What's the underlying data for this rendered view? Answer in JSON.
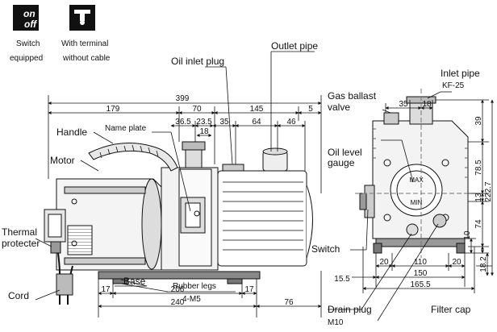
{
  "icons": {
    "switch_line1": "Switch",
    "switch_line2": "equipped",
    "terminal_line1": "With terminal",
    "terminal_line2": "without cable",
    "on_text": "on",
    "off_text": "off"
  },
  "callouts": {
    "oil_inlet_plug": "Oil inlet plug",
    "outlet_pipe": "Outlet pipe",
    "inlet_pipe": "Inlet pipe",
    "inlet_pipe_spec": "KF-25",
    "gas_ballast_1": "Gas ballast",
    "gas_ballast_2": "valve",
    "handle": "Handle",
    "name_plate": "Name plate",
    "motor": "Motor",
    "oil_level_1": "Oil level",
    "oil_level_2": "gauge",
    "max": "MAX",
    "min": "MIN",
    "thermal_1": "Thermal",
    "thermal_2": "protecter",
    "cord": "Cord",
    "base": "Base",
    "rubber_legs": "Rubber legs",
    "rubber_legs_spec": "4-M5",
    "switch": "Switch",
    "drain_plug": "Drain plug",
    "drain_plug_spec": "M10",
    "filter_cap": "Filter cap"
  },
  "dimensions": {
    "overall_length": "399",
    "d179": "179",
    "d70": "70",
    "d145": "145",
    "d5": "5",
    "d36_5": "36.5",
    "d23_5": "23.5",
    "d35a": "35",
    "d64": "64",
    "d46": "46",
    "d18a": "18",
    "d17a": "17",
    "d206": "206",
    "d17b": "17",
    "d240": "240",
    "d76": "76",
    "d35b": "35",
    "d18b": "18",
    "d39": "39",
    "d78_5": "78.5",
    "d13": "13",
    "d222_7": "222.7",
    "d74": "74",
    "d10": "10",
    "d18_2": "18.2",
    "d20a": "20",
    "d110": "110",
    "d20b": "20",
    "d150": "150",
    "d15_5": "15.5",
    "d165_5": "165.5"
  }
}
